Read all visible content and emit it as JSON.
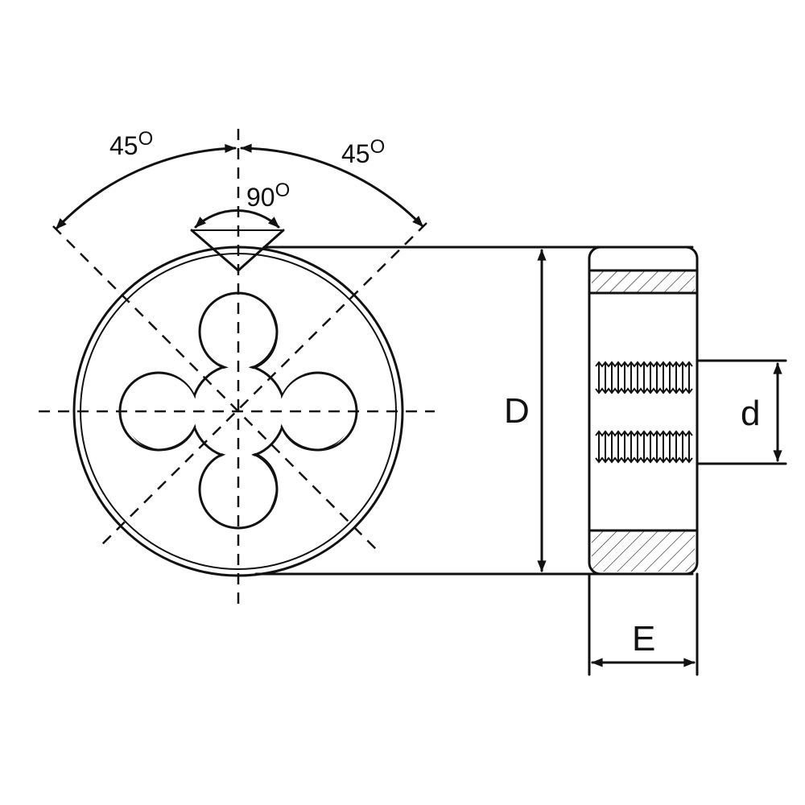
{
  "labels": {
    "angle_left": "45",
    "angle_right": "45",
    "angle_center": "90",
    "degree_mark": "O",
    "diameter_outer": "D",
    "diameter_thread": "d",
    "thickness": "E"
  },
  "colors": {
    "line": "#111111",
    "background": "#ffffff"
  }
}
